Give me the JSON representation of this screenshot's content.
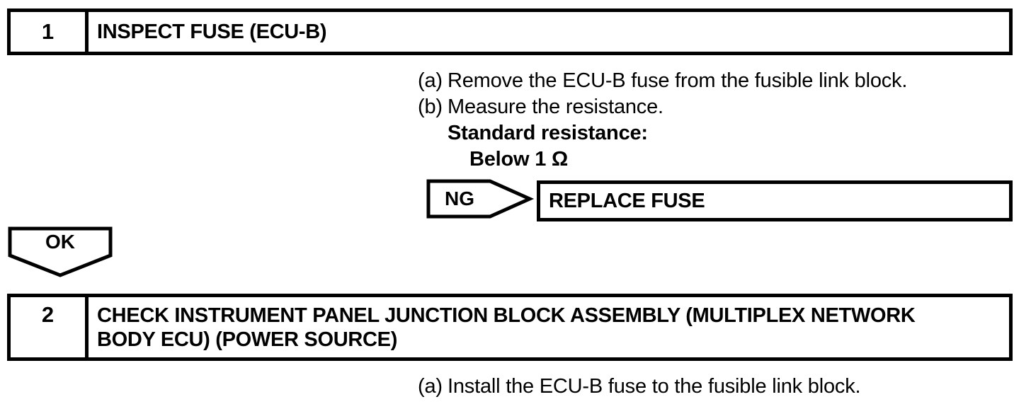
{
  "colors": {
    "ink": "#000000",
    "paper": "#ffffff"
  },
  "document": {
    "step1": {
      "number": "1",
      "title_line1": "INSPECT FUSE (ECU-B)",
      "substep_a_label": "(a)",
      "substep_a_text": "Remove the ECU-B fuse from the fusible link block.",
      "substep_b_label": "(b)",
      "substep_b_text": "Measure the resistance.",
      "spec_heading": "Standard resistance:",
      "spec_value": "Below 1 Ω"
    },
    "ng_branch": {
      "condition_label": "NG",
      "action_label": "REPLACE FUSE"
    },
    "ok_connector": {
      "label": "OK"
    },
    "step2": {
      "number": "2",
      "title_line1": "CHECK INSTRUMENT PANEL JUNCTION BLOCK ASSEMBLY (MULTIPLEX NETWORK",
      "title_line2": "BODY ECU) (POWER SOURCE)",
      "substep_a_label": "(a)",
      "substep_a_text": "Install the ECU-B fuse to the fusible link block."
    }
  }
}
